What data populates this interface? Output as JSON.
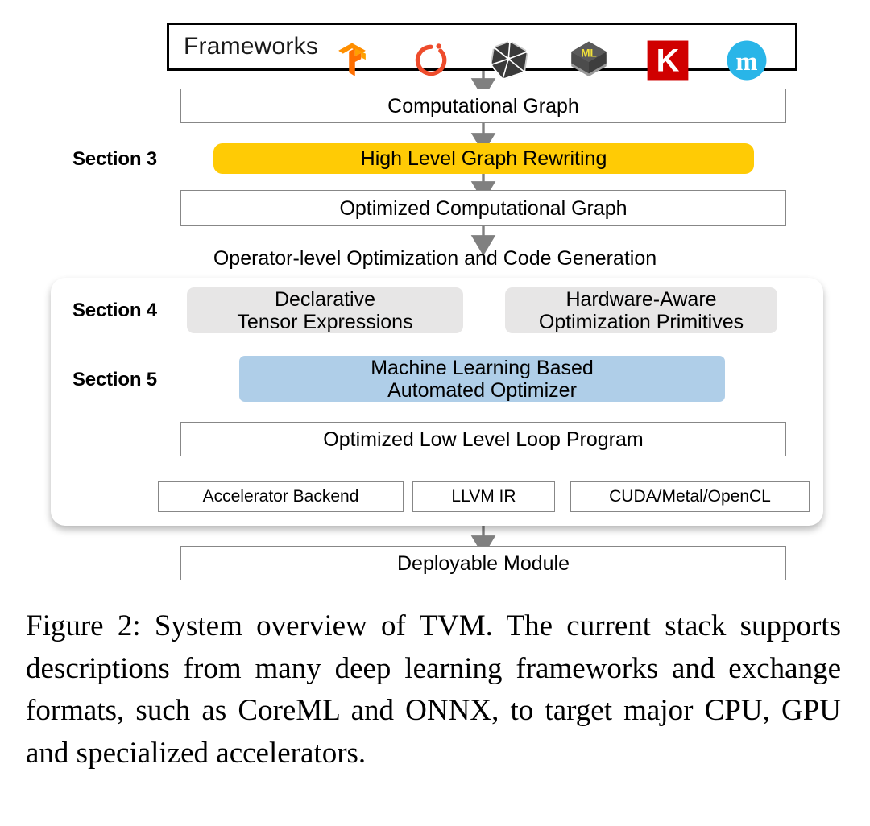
{
  "figure": {
    "frameworks": {
      "label": "Frameworks",
      "logos": [
        {
          "name": "tensorflow-logo",
          "alt": "TensorFlow"
        },
        {
          "name": "pytorch-logo",
          "alt": "PyTorch"
        },
        {
          "name": "onnx-logo",
          "alt": "ONNX"
        },
        {
          "name": "coreml-logo",
          "alt": "CoreML",
          "text": "ML"
        },
        {
          "name": "keras-logo",
          "alt": "Keras",
          "text": "K"
        },
        {
          "name": "mxnet-logo",
          "alt": "MXNet",
          "text": "m"
        }
      ]
    },
    "nodes": {
      "computational_graph": "Computational Graph",
      "high_level_graph_rewriting": "High Level Graph Rewriting",
      "optimized_computational_graph": "Optimized Computational Graph",
      "operator_level_title": "Operator-level Optimization and Code Generation",
      "declarative_tensor_expressions": "Declarative\nTensor Expressions",
      "hardware_aware_primitives": "Hardware-Aware\nOptimization Primitives",
      "ml_based_optimizer": "Machine Learning Based\nAutomated Optimizer",
      "optimized_low_level_loop_program": "Optimized Low Level Loop Program",
      "accelerator_backend": "Accelerator Backend",
      "llvm_ir": "LLVM IR",
      "cuda_metal_opencl": "CUDA/Metal/OpenCL",
      "deployable_module": "Deployable Module"
    },
    "section_labels": {
      "section3": "Section 3",
      "section4": "Section 4",
      "section5": "Section 5"
    },
    "colors": {
      "highlight_yellow": "#FFCB05",
      "highlight_blue": "#AFCEE8",
      "highlight_grey": "#E7E6E6",
      "box_border": "#878787",
      "arrow": "#7F7F7F",
      "frameworks_border": "#000000"
    }
  },
  "caption": {
    "label": "Figure 2:",
    "text": " System overview of TVM. The current stack supports descriptions from many deep learning frameworks and exchange formats, such as CoreML and ONNX, to target major CPU, GPU and specialized accelerators."
  }
}
